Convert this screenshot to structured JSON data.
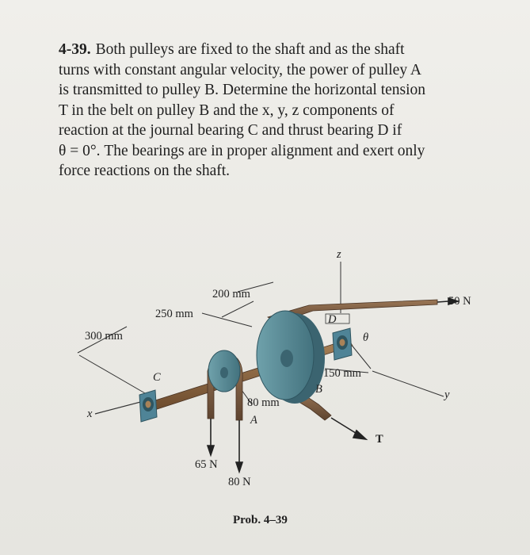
{
  "problem": {
    "number": "4-39.",
    "lines": [
      "Both pulleys are fixed to the shaft and as the shaft",
      "turns with constant angular velocity, the power of pulley A",
      "is transmitted to pulley B. Determine the horizontal tension",
      "T in the belt on pulley B and the x, y, z components of",
      "reaction at the journal bearing C and thrust bearing D if",
      "θ = 0°. The bearings are in proper alignment and exert only",
      "force reactions on the shaft."
    ]
  },
  "figure": {
    "dim_200": "200 mm",
    "dim_250": "250 mm",
    "dim_300": "300 mm",
    "dim_150": "150 mm",
    "dim_80": "80 mm",
    "force_50": "50 N",
    "force_65": "65 N",
    "force_80": "80 N",
    "label_T": "T",
    "label_A": "A",
    "label_B": "B",
    "label_C": "C",
    "label_D": "D",
    "label_x": "x",
    "label_y": "y",
    "label_z": "z",
    "label_theta": "θ",
    "caption": "Prob. 4–39"
  },
  "colors": {
    "shaft": "#8a6440",
    "pulley": "#5f8f9a",
    "belt": "#7a5a3e",
    "bearing": "#4f8497"
  }
}
